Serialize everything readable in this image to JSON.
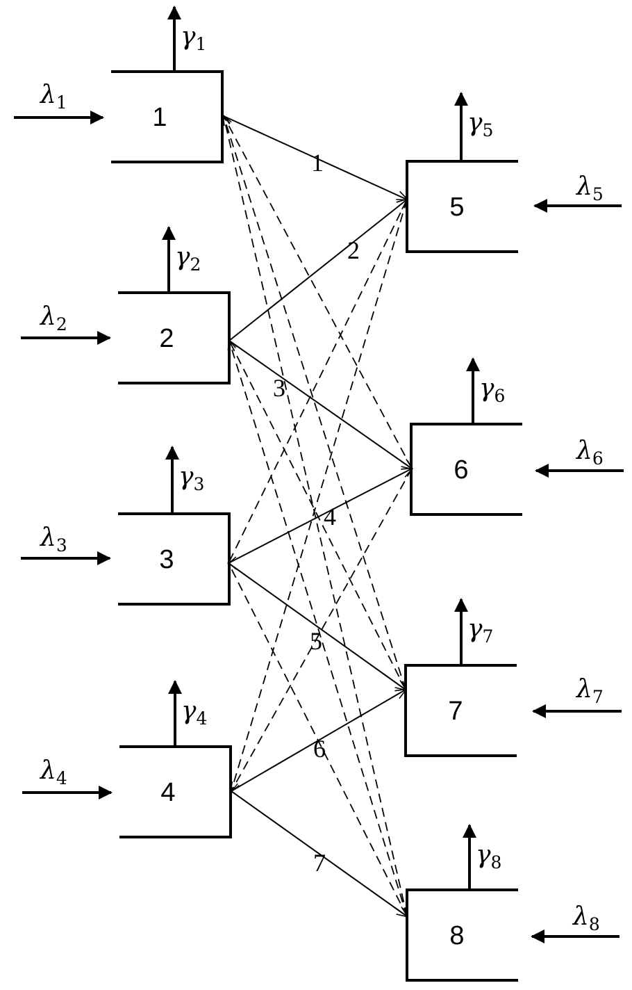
{
  "diagram": {
    "nodes": [
      {
        "id": "1",
        "label": "1",
        "out_symbol": "γ",
        "out_index": "1",
        "in_symbol": "λ",
        "in_index": "1"
      },
      {
        "id": "2",
        "label": "2",
        "out_symbol": "γ",
        "out_index": "2",
        "in_symbol": "λ",
        "in_index": "2"
      },
      {
        "id": "3",
        "label": "3",
        "out_symbol": "γ",
        "out_index": "3",
        "in_symbol": "λ",
        "in_index": "3"
      },
      {
        "id": "4",
        "label": "4",
        "out_symbol": "γ",
        "out_index": "4",
        "in_symbol": "λ",
        "in_index": "4"
      },
      {
        "id": "5",
        "label": "5",
        "out_symbol": "γ",
        "out_index": "5",
        "in_symbol": "λ",
        "in_index": "5"
      },
      {
        "id": "6",
        "label": "6",
        "out_symbol": "γ",
        "out_index": "6",
        "in_symbol": "λ",
        "in_index": "6"
      },
      {
        "id": "7",
        "label": "7",
        "out_symbol": "γ",
        "out_index": "7",
        "in_symbol": "λ",
        "in_index": "7"
      },
      {
        "id": "8",
        "label": "8",
        "out_symbol": "γ",
        "out_index": "8",
        "in_symbol": "λ",
        "in_index": "8"
      }
    ],
    "solid_links": [
      {
        "label": "1",
        "from": "1",
        "to": "5"
      },
      {
        "label": "2",
        "from": "2",
        "to": "5"
      },
      {
        "label": "3",
        "from": "2",
        "to": "6"
      },
      {
        "label": "4",
        "from": "3",
        "to": "6"
      },
      {
        "label": "5",
        "from": "3",
        "to": "7"
      },
      {
        "label": "6",
        "from": "4",
        "to": "7"
      },
      {
        "label": "7",
        "from": "4",
        "to": "8"
      }
    ],
    "dashed_links": [
      {
        "from": "1",
        "to": "6"
      },
      {
        "from": "1",
        "to": "7"
      },
      {
        "from": "1",
        "to": "8"
      },
      {
        "from": "2",
        "to": "7"
      },
      {
        "from": "2",
        "to": "8"
      },
      {
        "from": "3",
        "to": "5"
      },
      {
        "from": "3",
        "to": "8"
      },
      {
        "from": "4",
        "to": "5"
      },
      {
        "from": "4",
        "to": "6"
      }
    ],
    "colors": {
      "ink": "#000000",
      "background": "#ffffff"
    }
  }
}
